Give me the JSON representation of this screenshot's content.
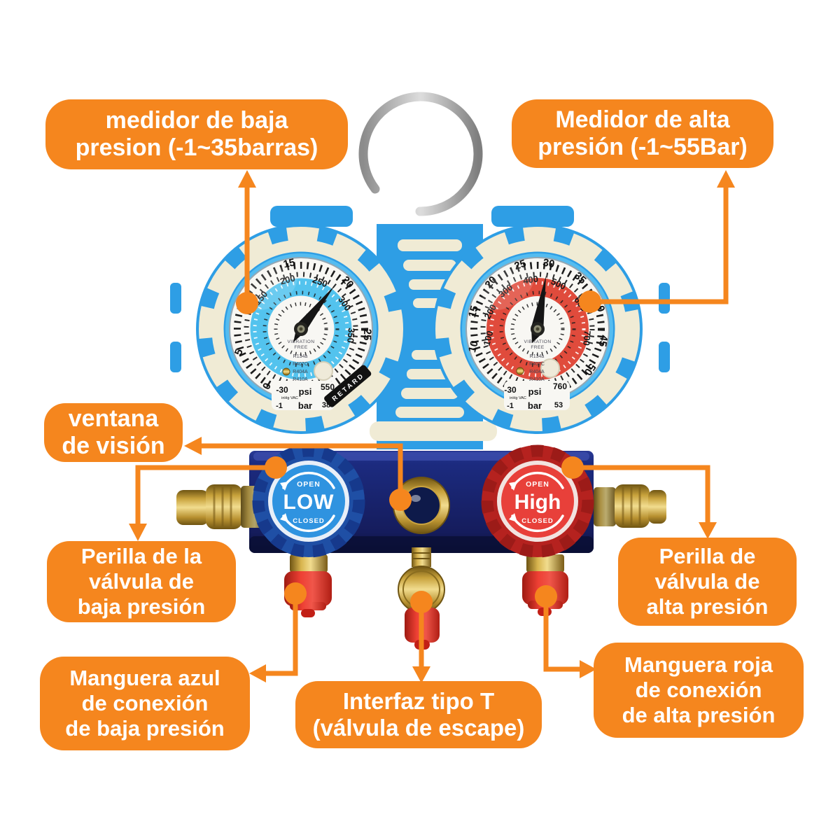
{
  "colors": {
    "accent_orange": "#F5861E",
    "body_blue": "#2E9EE5",
    "cream": "#F0EBD5",
    "manifold_navy": "#1B2575",
    "low_knob_blue": "#2F93E0",
    "high_knob_red": "#E8403A",
    "brass_gold": "#C9A23F",
    "cap_red": "#E5342B"
  },
  "labels": {
    "gauge_low": [
      "medidor de baja",
      "presion  (-1~35barras)"
    ],
    "gauge_high": [
      "Medidor de alta",
      "presión (-1~55Bar)"
    ],
    "sight_window": [
      "ventana",
      "de visión"
    ],
    "knob_low": [
      "Perilla de la",
      "válvula de",
      "baja presión"
    ],
    "knob_high": [
      "Perilla de",
      "válvula de",
      "alta presión"
    ],
    "hose_blue": [
      "Manguera azul",
      "de conexión",
      "de baja presión"
    ],
    "t_interface": [
      "Interfaz tipo T",
      "(válvula de escape)"
    ],
    "hose_red": [
      "Manguera roja",
      "de conexión",
      "de alta presión"
    ]
  },
  "device": {
    "low_knob": {
      "open": "OPEN",
      "label": "LOW",
      "closed": "CLOSED"
    },
    "high_knob": {
      "open": "OPEN",
      "label": "High",
      "closed": "CLOSED"
    },
    "low_gauge": {
      "bar_labels": [
        "0",
        "5",
        "10",
        "15",
        "20",
        "25"
      ],
      "psi_labels": [
        "150",
        "200",
        "250",
        "300",
        "350"
      ],
      "vac_min": "-30",
      "vac_unit": "inHg VAC",
      "psi_unit": "psi",
      "psi_max": "550",
      "bar_min": "-1",
      "bar_unit": "bar",
      "bar_max": "38",
      "center_line1": "VIBRATION",
      "center_line2": "FREE",
      "temp_unit": "°C",
      "retard": "RETARD",
      "refrigerants": [
        "R134a",
        "R407C",
        "R404A",
        "R410A"
      ]
    },
    "high_gauge": {
      "bar_labels": [
        "10",
        "15",
        "20",
        "25",
        "30",
        "35",
        "40",
        "45",
        "50"
      ],
      "psi_labels": [
        "100",
        "200",
        "300",
        "400",
        "500",
        "600",
        "700"
      ],
      "vac_min": "-30",
      "vac_unit": "inHg VAC",
      "psi_unit": "psi",
      "psi_max": "760",
      "bar_min": "-1",
      "bar_unit": "bar",
      "bar_max": "53",
      "center_line1": "VIBRATION",
      "center_line2": "FREE",
      "refrigerants": [
        "R134a",
        "R407C",
        "R404A",
        "R410A"
      ]
    }
  }
}
